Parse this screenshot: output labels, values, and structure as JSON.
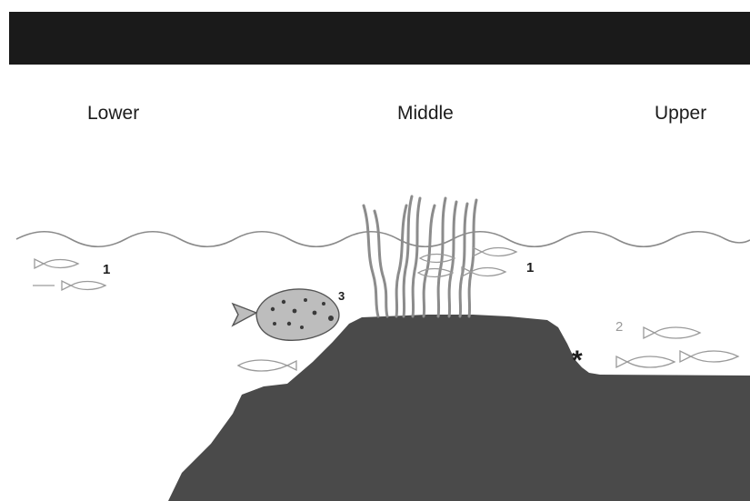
{
  "zones": {
    "lower": "Lower",
    "middle": "Middle",
    "upper": "Upper"
  },
  "fish_labels": {
    "left_school": "1",
    "middle_school": "1",
    "right_school": "2",
    "flatfish": "3"
  },
  "marker": "*",
  "colors": {
    "header_bar": "#1a1a1a",
    "substrate": "#4a4a4a",
    "water_line": "#8a8a8a",
    "seagrass": "#8c8c8c",
    "fish_outline": "#9a9a9a",
    "flatfish_body": "#bdbdbd"
  }
}
